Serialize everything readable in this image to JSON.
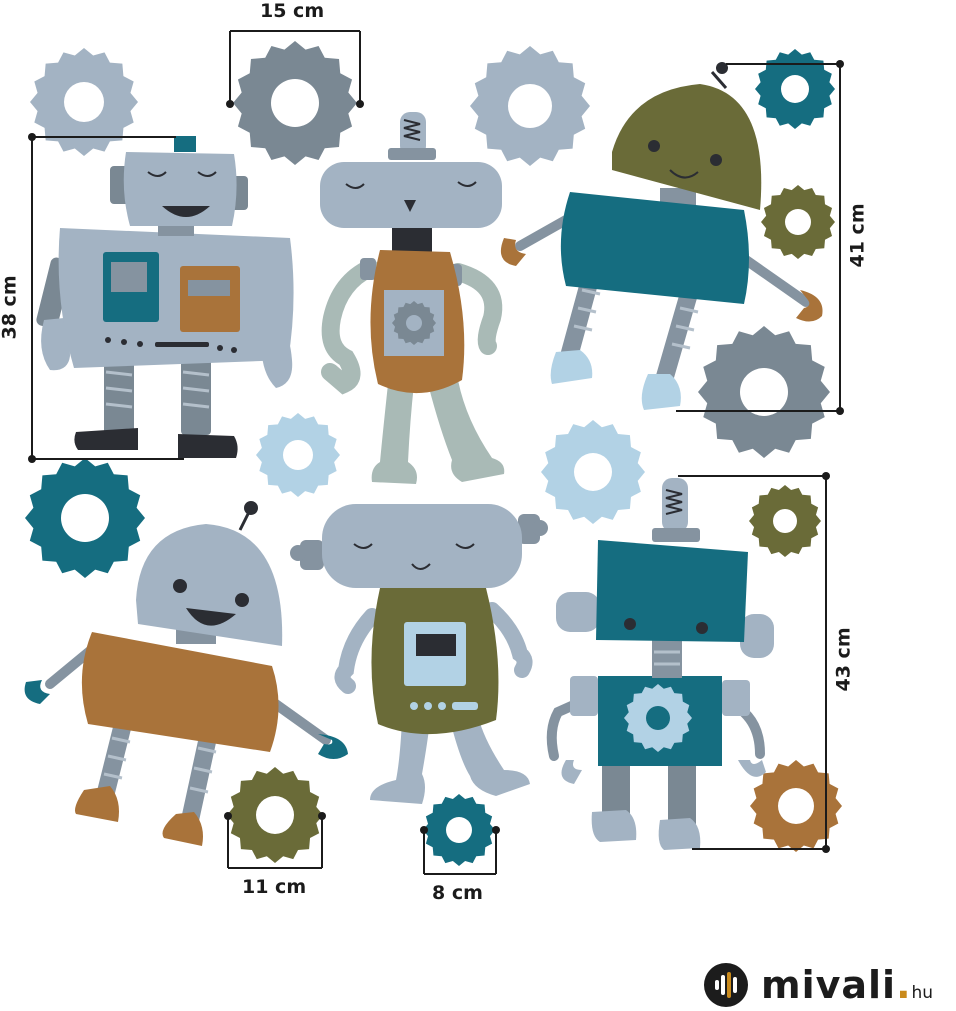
{
  "dimensions": {
    "d15": "15 cm",
    "d38": "38 cm",
    "d41": "41 cm",
    "d43": "43 cm",
    "d11": "11 cm",
    "d8": "8 cm"
  },
  "brand": {
    "name": "mivali",
    "dot": ".",
    "tld": "hu"
  },
  "colors": {
    "teal": "#156d80",
    "olive": "#6a6b38",
    "ochre": "#a9733a",
    "grey_blue": "#a3b3c3",
    "light_blue": "#b2d2e5",
    "slate": "#7a8893",
    "mint_grey": "#a9bab6"
  }
}
